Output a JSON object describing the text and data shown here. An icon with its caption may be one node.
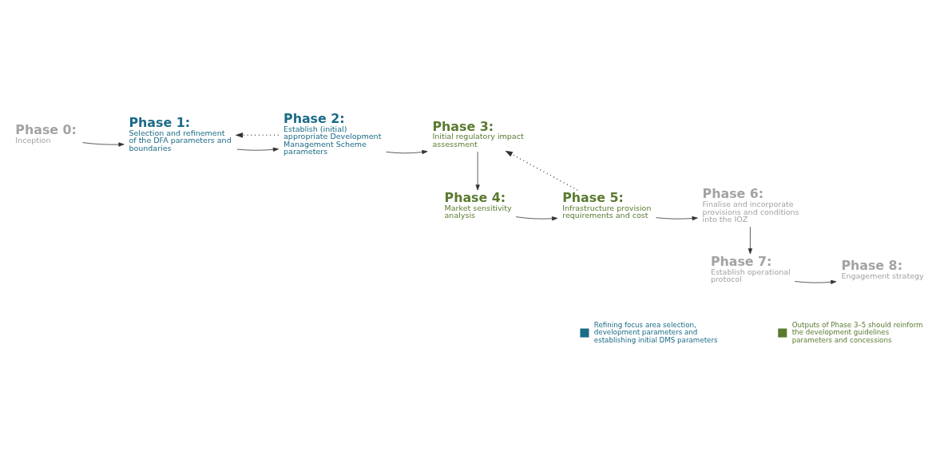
{
  "diagram": {
    "nodes": [
      {
        "text": [
          "Phase 0:",
          "Inception"
        ]
      },
      {
        "text": [
          "Phase 1:",
          "Selection and refinement of the DFA parameters and boundaries"
        ]
      },
      {
        "text": [
          "Phase 2:",
          "Establish (initial) appropriate Development Management Scheme parameters"
        ]
      },
      {
        "text": [
          "Phase 3:",
          "Initial regulatory impact assessment"
        ]
      },
      {
        "text": [
          "Phase 4:",
          "Market sensitivity analysis"
        ]
      },
      {
        "text": [
          "Phase 5:",
          "Infrastructure provision requirements and cost"
        ]
      },
      {
        "text": [
          "Phase 6:",
          "Finalise and incorporate provisions and conditions into the IOZ"
        ]
      },
      {
        "text": [
          "Phase 7:",
          "Establish operational protocol"
        ]
      },
      {
        "text": [
          "Phase 8:",
          "Engagement strategy"
        ]
      }
    ],
    "edges": [
      {
        "from": 0,
        "to": 1,
        "arrow": "to"
      },
      {
        "from": 1,
        "to": 2,
        "arrow": "to"
      },
      {
        "from": 2,
        "to": 3,
        "arrow": "to"
      },
      {
        "from": 2,
        "to": 1,
        "arrow": "to",
        "style": "dashed"
      },
      {
        "from": 3,
        "to": 4,
        "arrow": "to"
      },
      {
        "from": 4,
        "to": 5,
        "arrow": "to"
      },
      {
        "from": 5,
        "to": 3,
        "arrow": "to",
        "style": "dashed"
      },
      {
        "from": 5,
        "to": 6,
        "arrow": "to"
      },
      {
        "from": 6,
        "to": 7,
        "arrow": "to"
      },
      {
        "from": 7,
        "to": 8,
        "arrow": "to"
      }
    ],
    "legend": [
      {
        "text": "Refining focus area selection, development parameters and establishing initial DMS parameters",
        "color": "#1a6b86"
      },
      {
        "text": "Outputs of Phase 3–5 should reinform the development guidelines parameters and concessions",
        "color": "#5b7a2f"
      }
    ]
  }
}
